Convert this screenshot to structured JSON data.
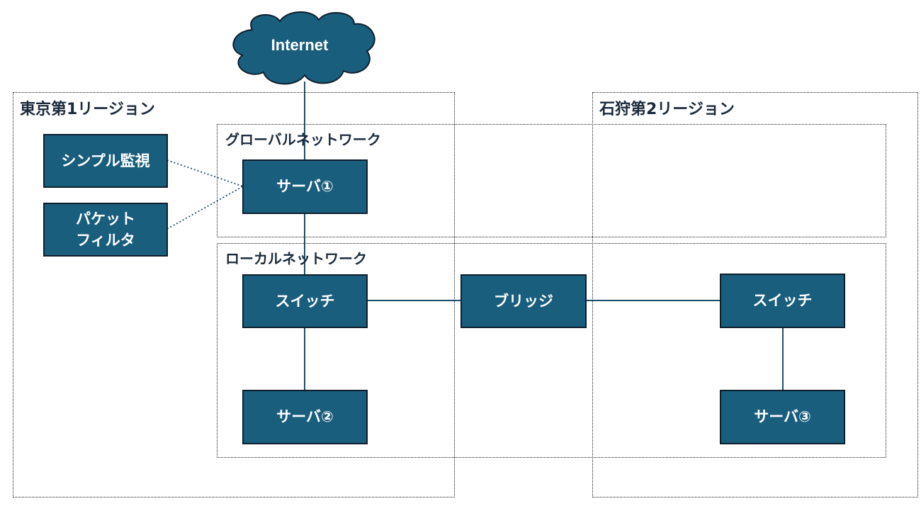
{
  "colors": {
    "node_fill": "#1a5e7e",
    "node_border": "#0e1f2c",
    "line": "#1e4f6a",
    "label_text": "#1b2a3c",
    "node_text": "#ffffff"
  },
  "cloud": {
    "label": "Internet",
    "icon": "cloud-icon"
  },
  "regions": {
    "tokyo": "東京第1リージョン",
    "ishikari": "石狩第2リージョン"
  },
  "networks": {
    "global": "グローバルネットワーク",
    "local": "ローカルネットワーク"
  },
  "nodes": {
    "simple_monitor": "シンプル監視",
    "packet_filter": "パケット\nフィルタ",
    "server1": "サーバ①",
    "switch_tokyo": "スイッチ",
    "server2": "サーバ②",
    "bridge": "ブリッジ",
    "switch_ishikari": "スイッチ",
    "server3": "サーバ③"
  },
  "connections": [
    {
      "from": "Internet",
      "to": "サーバ①",
      "style": "solid"
    },
    {
      "from": "サーバ①",
      "to": "スイッチ",
      "style": "solid"
    },
    {
      "from": "スイッチ",
      "to": "サーバ②",
      "style": "solid"
    },
    {
      "from": "スイッチ",
      "to": "ブリッジ",
      "style": "solid"
    },
    {
      "from": "ブリッジ",
      "to": "スイッチ",
      "style": "solid"
    },
    {
      "from": "スイッチ",
      "to": "サーバ③",
      "style": "solid"
    },
    {
      "from": "シンプル監視",
      "to": "サーバ①",
      "style": "dotted"
    },
    {
      "from": "パケット\nフィルタ",
      "to": "サーバ①",
      "style": "dotted"
    }
  ]
}
